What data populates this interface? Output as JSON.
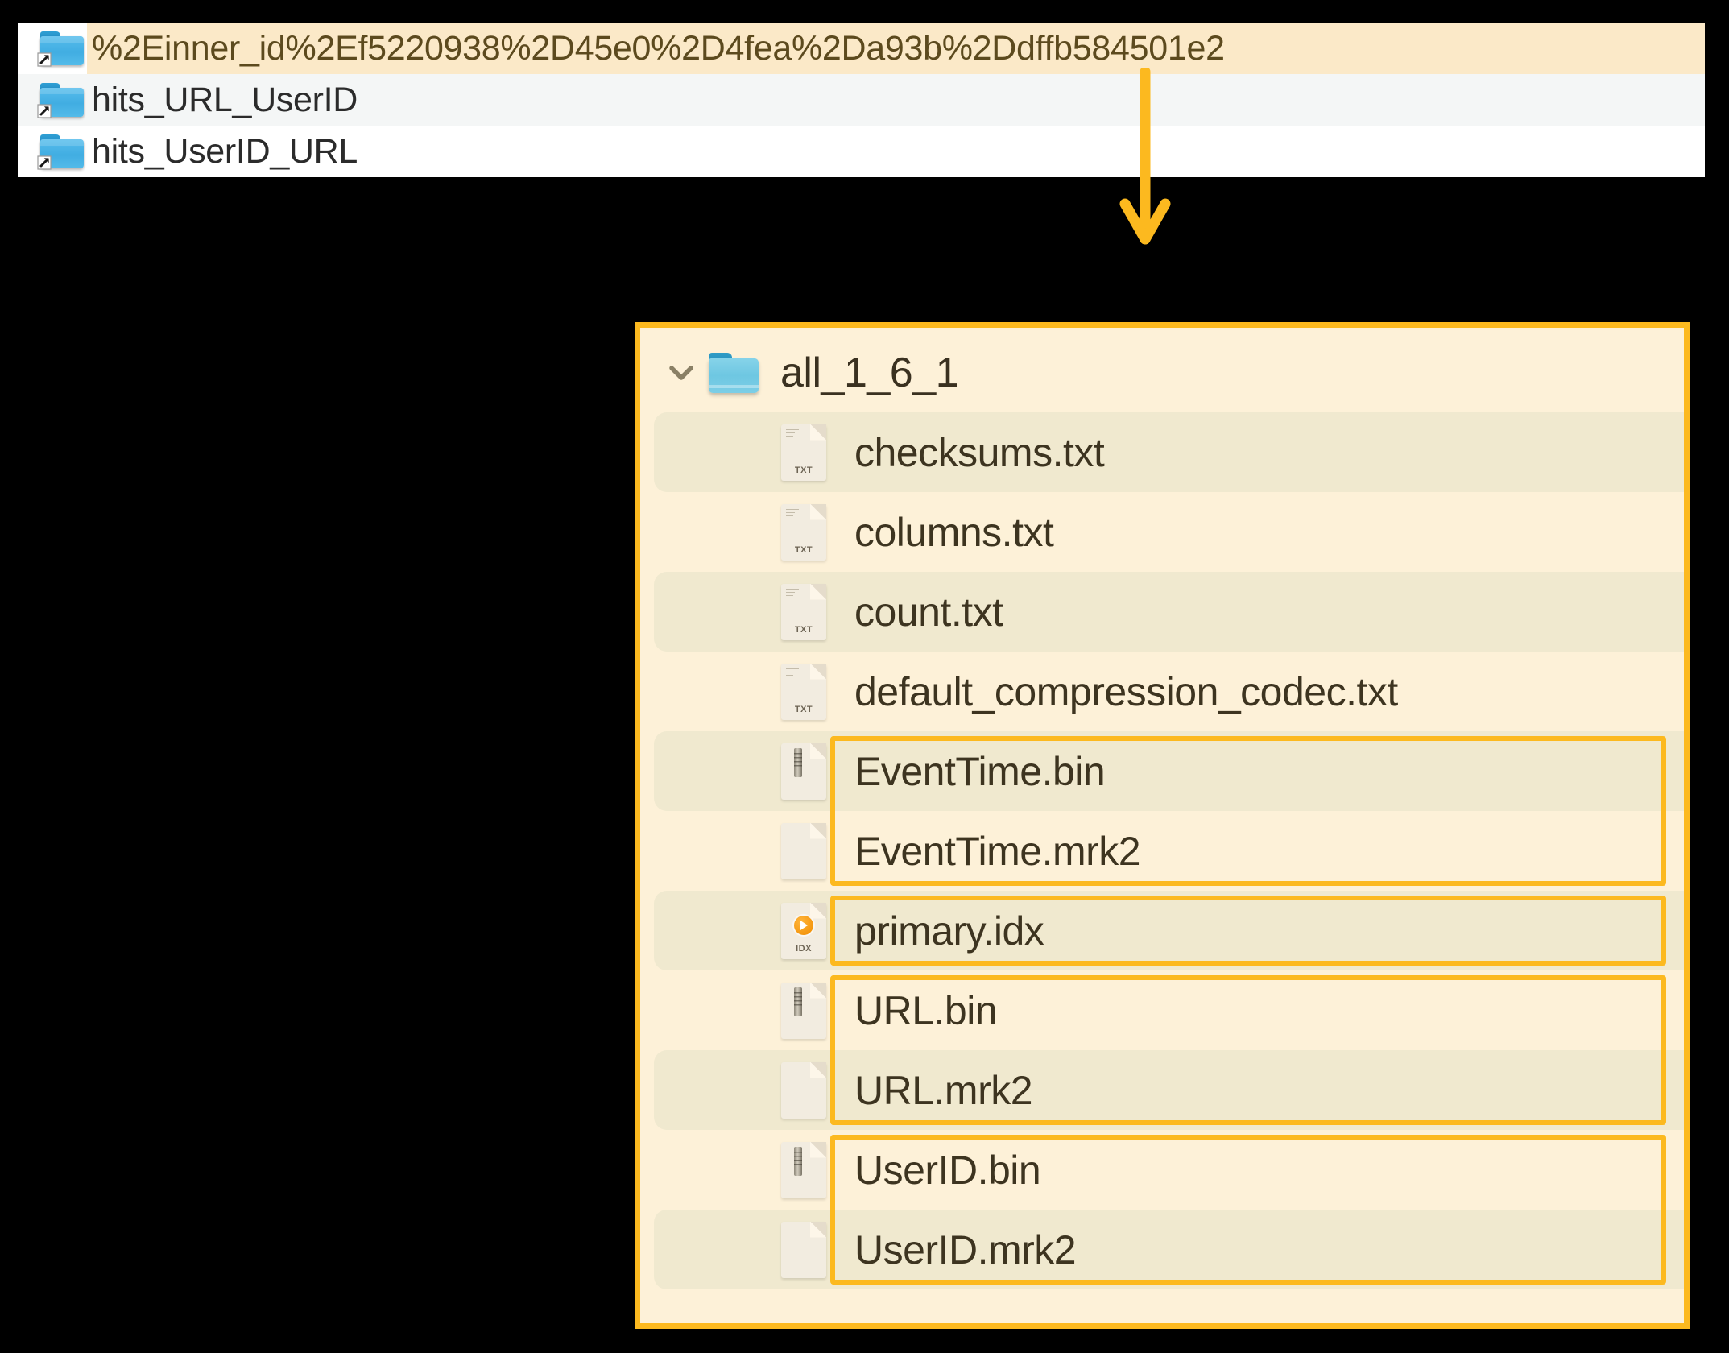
{
  "top_panel": {
    "rows": [
      {
        "label": "%2Einner_id%2Ef5220938%2D45e0%2D4fea%2Da93b%2Ddffb584501e2",
        "icon": "folder-symlink-icon",
        "highlighted": true,
        "striped": false
      },
      {
        "label": "hits_URL_UserID",
        "icon": "folder-symlink-icon",
        "highlighted": false,
        "striped": true
      },
      {
        "label": "hits_UserID_URL",
        "icon": "folder-symlink-icon",
        "highlighted": false,
        "striped": false
      }
    ]
  },
  "connector": {
    "kind": "down-arrow",
    "color": "#fcb91f"
  },
  "bottom_panel": {
    "border_color": "#fcb91f",
    "background": "#fdf1d8",
    "folder": {
      "label": "all_1_6_1",
      "expander": "chevron-down-icon",
      "icon": "folder-icon",
      "expanded": true
    },
    "files": [
      {
        "label": "checksums.txt",
        "icon": "txt-file-icon",
        "tag": "TXT",
        "striped": true,
        "boxed": false
      },
      {
        "label": "columns.txt",
        "icon": "txt-file-icon",
        "tag": "TXT",
        "striped": false,
        "boxed": false
      },
      {
        "label": "count.txt",
        "icon": "txt-file-icon",
        "tag": "TXT",
        "striped": true,
        "boxed": false
      },
      {
        "label": "default_compression_codec.txt",
        "icon": "txt-file-icon",
        "tag": "TXT",
        "striped": false,
        "boxed": false
      },
      {
        "label": "EventTime.bin",
        "icon": "bin-file-icon",
        "tag": "",
        "striped": true,
        "boxed": true
      },
      {
        "label": "EventTime.mrk2",
        "icon": "blank-file-icon",
        "tag": "",
        "striped": false,
        "boxed": true
      },
      {
        "label": "primary.idx",
        "icon": "idx-file-icon",
        "tag": "IDX",
        "striped": true,
        "boxed": true
      },
      {
        "label": "URL.bin",
        "icon": "bin-file-icon",
        "tag": "",
        "striped": false,
        "boxed": true
      },
      {
        "label": "URL.mrk2",
        "icon": "blank-file-icon",
        "tag": "",
        "striped": true,
        "boxed": true
      },
      {
        "label": "UserID.bin",
        "icon": "bin-file-icon",
        "tag": "",
        "striped": false,
        "boxed": true
      },
      {
        "label": "UserID.mrk2",
        "icon": "blank-file-icon",
        "tag": "",
        "striped": true,
        "boxed": true
      }
    ],
    "highlight_groups": [
      {
        "name": "eventtime-group",
        "first": 4,
        "last": 5
      },
      {
        "name": "primary-idx-group",
        "first": 6,
        "last": 6
      },
      {
        "name": "url-group",
        "first": 7,
        "last": 8
      },
      {
        "name": "userid-group",
        "first": 9,
        "last": 10
      }
    ]
  }
}
